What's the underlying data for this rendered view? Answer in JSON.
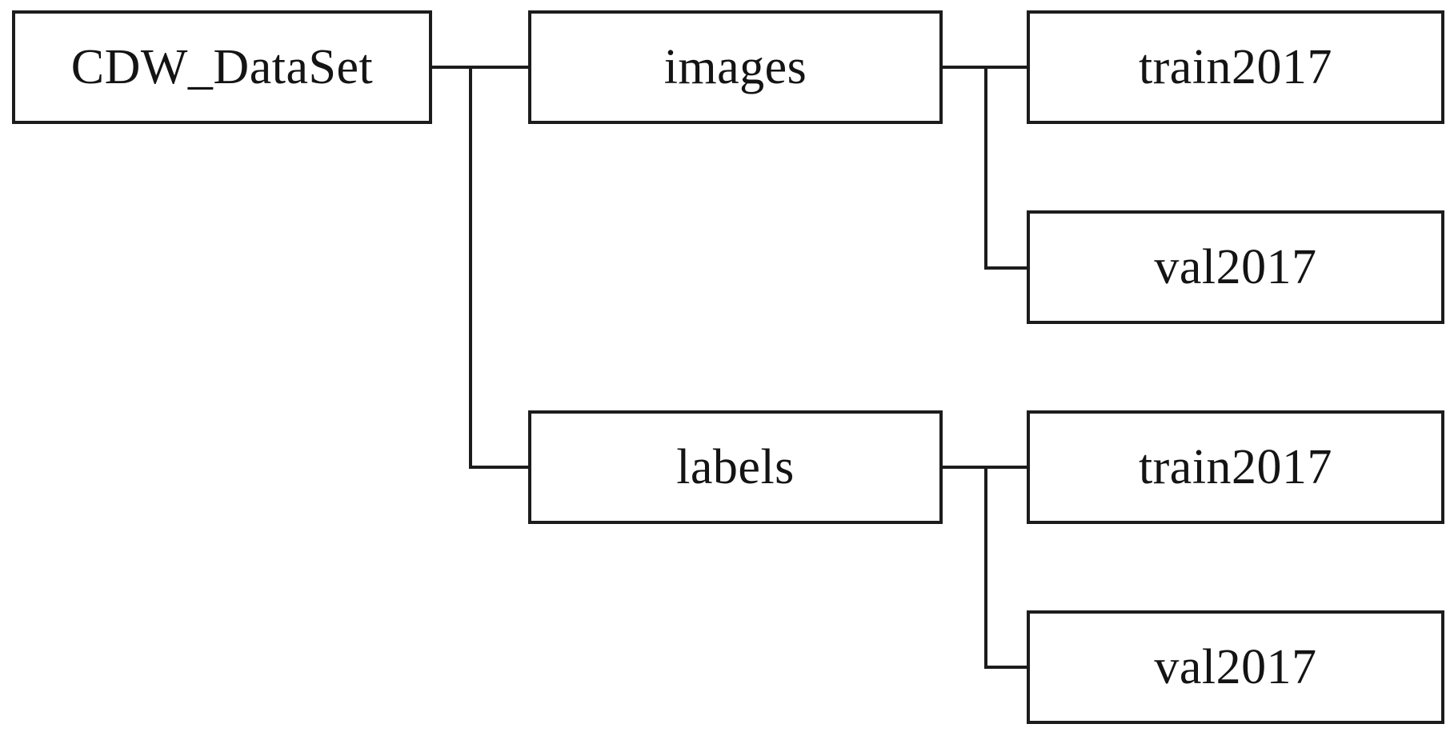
{
  "diagram": {
    "type": "directory-tree",
    "colors": {
      "background": "#ffffff",
      "line": "#1c1c1c",
      "text": "#141414"
    },
    "nodes": {
      "root": {
        "label": "CDW_DataSet"
      },
      "images": {
        "label": "images"
      },
      "images_train": {
        "label": "train2017"
      },
      "images_val": {
        "label": "val2017"
      },
      "labels": {
        "label": "labels"
      },
      "labels_train": {
        "label": "train2017"
      },
      "labels_val": {
        "label": "val2017"
      }
    },
    "edges": [
      {
        "from": "root",
        "to": "images"
      },
      {
        "from": "root",
        "to": "labels"
      },
      {
        "from": "images",
        "to": "images_train"
      },
      {
        "from": "images",
        "to": "images_val"
      },
      {
        "from": "labels",
        "to": "labels_train"
      },
      {
        "from": "labels",
        "to": "labels_val"
      }
    ]
  }
}
